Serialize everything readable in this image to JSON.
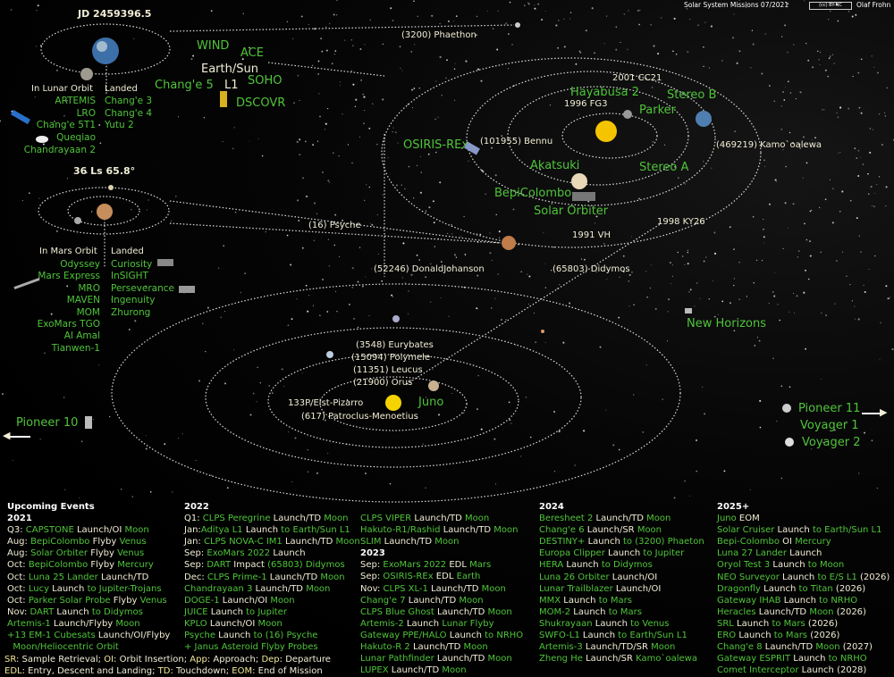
{
  "header": {
    "title": "Solar System Missions 07/2021",
    "license": "(cc) BY-NC",
    "author": "Olaf Frohn"
  },
  "earth_system": {
    "date": "JD 2459396.5",
    "lunar_orbit_heading": "In Lunar Orbit",
    "landed_heading": "Landed",
    "lunar_orbit": [
      "ARTEMIS",
      "LRO",
      "Chang'e 5T1",
      "Queqiao",
      "Chandrayaan 2"
    ],
    "landed": [
      "Chang'e 3",
      "Chang'e 4",
      "Yutu 2"
    ],
    "l1": {
      "wind": "WIND",
      "ace": "ACE",
      "earth_sun": "Earth/Sun",
      "change5": "Chang'e 5",
      "l1": "L1",
      "soho": "SOHO",
      "dscovr": "DSCOVR"
    }
  },
  "mars_system": {
    "date": "36 Ls 65.8°",
    "orbit_heading": "In Mars Orbit",
    "landed_heading": "Landed",
    "orbit": [
      "Odyssey",
      "Mars Express",
      "MRO",
      "MAVEN",
      "MOM",
      "ExoMars TGO",
      "Al Amal",
      "Tianwen-1"
    ],
    "landed": [
      "Curiosity",
      "InSIGHT",
      "Perseverance",
      "Ingenuity",
      "Zhurong"
    ]
  },
  "inner": {
    "phaethon": "(3200) Phaethon",
    "cc21": "2001 CC21",
    "hayabusa2": "Hayabusa 2",
    "stereob": "Stereo B",
    "fg3": "1996 FG3",
    "parker": "Parker",
    "osiris": "OSIRIS-REx",
    "bennu": "(101955) Bennu",
    "kamooalewa": "(469219) Kamo`oalewa",
    "akatsuki": "Akatsuki",
    "stereoa": "Stereo A",
    "bepi": "BepiColombo",
    "solo": "Solar Orbiter",
    "ky26": "1998 KY26",
    "vh": "1991 VH",
    "psyche": "(16) Psyche",
    "donald": "(52246) DonaldJohanson",
    "didymos": "(65803) Didymos",
    "newhorizons": "New Horizons"
  },
  "jupiter": {
    "eurybates": "(3548) Eurybates",
    "polymele": "(15094) Polymele",
    "leucus": "(11351) Leucus",
    "orus": "(21900) Orus",
    "elst": "133P/Elst-Pizarro",
    "patroclus": "(617) Patroclus-Menoetius",
    "juno": "Juno"
  },
  "outer": {
    "pioneer10": "Pioneer 10",
    "pioneer11": "Pioneer 11",
    "voyager1": "Voyager 1",
    "voyager2": "Voyager 2"
  },
  "events": [
    [
      {
        "heading": "Upcoming Events"
      },
      {
        "heading": "2021"
      },
      {
        "parts": [
          "Q3: ",
          "CAPSTONE",
          " Launch/OI ",
          "Moon"
        ]
      },
      {
        "parts": [
          "Aug: ",
          "BepiColombo",
          " Flyby ",
          "Venus"
        ]
      },
      {
        "parts": [
          "Aug: ",
          "Solar Orbiter",
          " Flyby ",
          "Venus"
        ]
      },
      {
        "parts": [
          "Oct: ",
          "BepiColombo",
          " Flyby ",
          "Mercury"
        ]
      },
      {
        "parts": [
          "Oct: ",
          "Luna 25 Lander",
          " Launch/TD"
        ]
      },
      {
        "parts": [
          "Oct: ",
          "Lucy",
          " Launch ",
          "to Jupiter-Trojans"
        ]
      },
      {
        "parts": [
          "Oct: ",
          "Parker Solar Probe",
          " Flyby ",
          "Venus"
        ]
      },
      {
        "parts": [
          "Nov: ",
          "DART",
          " Launch ",
          "to Didymos"
        ]
      },
      {
        "parts": [
          "",
          "Artemis-1",
          " Launch/Flyby ",
          "Moon"
        ]
      },
      {
        "parts": [
          "",
          "+13 EM-1 Cubesats",
          " Launch/OI/Flyby"
        ]
      },
      {
        "parts": [
          "",
          "  Moon/Heliocentric Orbit"
        ]
      }
    ],
    [
      {
        "heading": "2022"
      },
      {
        "parts": [
          "Q1: ",
          "CLPS Peregrine",
          " Launch/TD ",
          "Moon"
        ]
      },
      {
        "parts": [
          "Jan:",
          "Aditya L1",
          " Launch ",
          "to Earth/Sun L1"
        ]
      },
      {
        "parts": [
          "Jan: ",
          "CLPS NOVA-C IM1",
          " Launch/TD ",
          "Moon"
        ]
      },
      {
        "parts": [
          "Sep: ",
          "ExoMars 2022",
          " Launch"
        ]
      },
      {
        "parts": [
          "Sep: ",
          "DART",
          " Impact ",
          "(65803) Didymos"
        ]
      },
      {
        "parts": [
          "Dec: ",
          "CLPS Prime-1",
          " Launch/TD ",
          "Moon"
        ]
      },
      {
        "parts": [
          "",
          "Chandrayaan 3",
          " Launch/TD ",
          "Moon"
        ]
      },
      {
        "parts": [
          "",
          "DOGE-1",
          " Launch/OI ",
          "Moon"
        ]
      },
      {
        "parts": [
          "",
          "JUICE",
          " Launch ",
          "to Jupiter"
        ]
      },
      {
        "parts": [
          "",
          "KPLO",
          " Launch/OI ",
          "Moon"
        ]
      },
      {
        "parts": [
          "",
          "Psyche",
          " Launch ",
          "to (16) Psyche"
        ]
      },
      {
        "parts": [
          "",
          "+ Janus Asteroid Flyby Probes"
        ]
      }
    ],
    [
      {
        "parts": [
          "",
          "CLPS VIPER",
          " Launch/TD ",
          "Moon"
        ]
      },
      {
        "parts": [
          "",
          "Hakuto-R1/Rashid",
          " Launch/TD ",
          "Moon"
        ]
      },
      {
        "parts": [
          "",
          "SLIM",
          " Launch/TD ",
          "Moon"
        ]
      },
      {
        "heading": "2023"
      },
      {
        "parts": [
          "Sep: ",
          "ExoMars 2022",
          " EDL ",
          "Mars"
        ]
      },
      {
        "parts": [
          "Sep: ",
          "OSIRIS-REx",
          " EDL ",
          "Earth"
        ]
      },
      {
        "parts": [
          "Nov: ",
          "CLPS XL-1",
          " Launch/TD ",
          "Moon"
        ]
      },
      {
        "parts": [
          "",
          "Chang'e 7",
          " Launch/TD ",
          "Moon"
        ]
      },
      {
        "parts": [
          "",
          "CLPS Blue Ghost",
          " Launch/TD ",
          "Moon"
        ]
      },
      {
        "parts": [
          "",
          "Artemis-2",
          " Launch ",
          "Lunar Flyby"
        ]
      },
      {
        "parts": [
          "",
          "Gateway PPE/HALO",
          " Launch ",
          "to NRHO"
        ]
      },
      {
        "parts": [
          "",
          "Hakuto-R 2",
          " Launch/TD ",
          "Moon"
        ]
      },
      {
        "parts": [
          "",
          "Lunar Pathfinder",
          " Launch/TD ",
          "Moon"
        ]
      },
      {
        "parts": [
          "",
          "LUPEX",
          " Launch/TD ",
          "Moon"
        ]
      }
    ],
    [
      {
        "heading": "2024"
      },
      {
        "parts": [
          "",
          "Beresheet 2",
          " Launch/TD ",
          "Moon"
        ]
      },
      {
        "parts": [
          "",
          "Chang'e 6",
          " Launch/SR ",
          "Moon"
        ]
      },
      {
        "parts": [
          "",
          "DESTINY+",
          " Launch ",
          "to (3200) Phaeton"
        ]
      },
      {
        "parts": [
          "",
          "Europa Clipper",
          " Launch ",
          "to Jupiter"
        ]
      },
      {
        "parts": [
          "",
          "HERA",
          " Launch ",
          "to Didymos"
        ]
      },
      {
        "parts": [
          "",
          "Luna 26 Orbiter",
          " Launch/OI"
        ]
      },
      {
        "parts": [
          "",
          "Lunar Trailblazer",
          " Launch/OI"
        ]
      },
      {
        "parts": [
          "",
          "MMX",
          " Launch ",
          "to Mars"
        ]
      },
      {
        "parts": [
          "",
          "MOM-2",
          " Launch ",
          "to Mars"
        ]
      },
      {
        "parts": [
          "",
          "Shukrayaan",
          " Launch ",
          "to Venus"
        ]
      },
      {
        "parts": [
          "",
          "SWFO-L1",
          " Launch ",
          "to Earth/Sun L1"
        ]
      },
      {
        "parts": [
          "",
          "Artemis-3",
          " Launch/TD/SR ",
          "Moon"
        ]
      },
      {
        "parts": [
          "",
          "Zheng He",
          " Launch/SR ",
          "Kamo`oalewa"
        ]
      }
    ],
    [
      {
        "heading": "2025+"
      },
      {
        "parts": [
          "",
          "Juno",
          " EOM"
        ]
      },
      {
        "parts": [
          "",
          "Solar Cruiser",
          " Launch ",
          "to Earth/Sun L1"
        ]
      },
      {
        "parts": [
          "",
          "Bepi-Colombo",
          " OI ",
          "Mercury"
        ]
      },
      {
        "parts": [
          "",
          "Luna 27 Lander",
          " Launch"
        ]
      },
      {
        "parts": [
          "",
          "Oryol Test 3",
          " Launch ",
          "to Moon"
        ]
      },
      {
        "parts": [
          "",
          "NEO Surveyor",
          " Launch ",
          "to E/S L1",
          " (2026)"
        ]
      },
      {
        "parts": [
          "",
          "Dragonfly",
          " Launch ",
          "to Titan",
          " (2026)"
        ]
      },
      {
        "parts": [
          "",
          "Gateway IHAB",
          " Launch ",
          "to NRHO"
        ]
      },
      {
        "parts": [
          "",
          "Heracles",
          " Launch/TD ",
          "Moon",
          " (2026)"
        ]
      },
      {
        "parts": [
          "",
          "SRL",
          " Launch ",
          "to Mars",
          " (2026)"
        ]
      },
      {
        "parts": [
          "",
          "ERO",
          " Launch ",
          "to Mars",
          " (2026)"
        ]
      },
      {
        "parts": [
          "",
          "Chang'e 8",
          " Launch/TD ",
          "Moon",
          " (2027)"
        ]
      },
      {
        "parts": [
          "",
          "Gateway ESPRIT",
          " Launch ",
          "to NRHO"
        ]
      },
      {
        "parts": [
          "",
          "Comet Interceptor",
          " Launch",
          "",
          " (2028)"
        ]
      }
    ]
  ],
  "legend": [
    [
      [
        "SR",
        ": Sample Retrieval; "
      ],
      [
        "OI",
        ": Orbit Insertion; "
      ],
      [
        "App",
        ": Approach; "
      ],
      [
        "Dep",
        ": Departure"
      ]
    ],
    [
      [
        "EDL",
        ": Entry, Descent and Landing; "
      ],
      [
        "TD",
        ": Touchdown; "
      ],
      [
        "EOM",
        ": End of Mission"
      ]
    ]
  ],
  "colors": {
    "mission": "#4fc43a",
    "text": "#f2eed6",
    "sun": "#f5c400"
  }
}
